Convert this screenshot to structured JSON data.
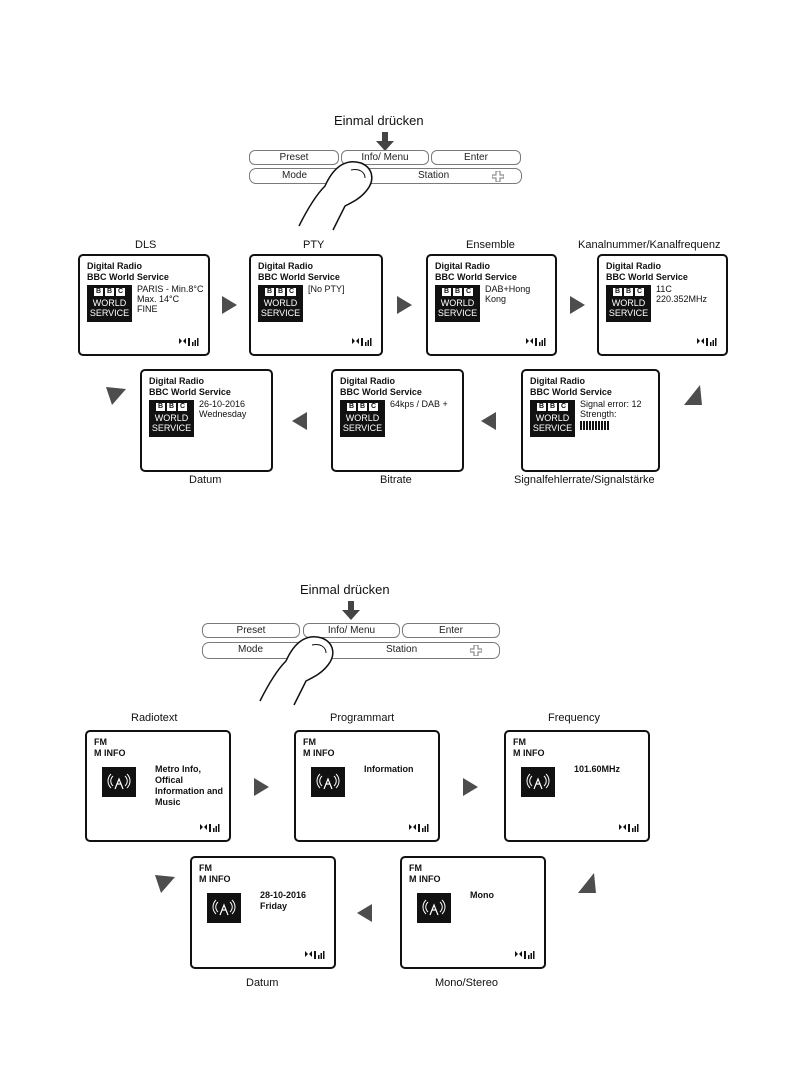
{
  "instruction_label": "Einmal drücken",
  "controls": {
    "preset": "Preset",
    "info_menu": "Info/ Menu",
    "enter": "Enter",
    "mode": "Mode",
    "station": "Station"
  },
  "dab": {
    "captions": {
      "dls": "DLS",
      "pty": "PTY",
      "ensemble": "Ensemble",
      "channel": "Kanalnummer/Kanalfrequenz",
      "date": "Datum",
      "bitrate": "Bitrate",
      "signal": "Signalfehlerrate/Signalstärke"
    },
    "line1": "Digital Radio",
    "line2": "BBC World Service",
    "logo": {
      "letters": [
        "B",
        "B",
        "C"
      ],
      "word1": "WORLD",
      "word2": "SERVICE"
    },
    "screens": {
      "dls": "PARIS - Min.8°C\nMax. 14°C\nFINE",
      "pty": "[No PTY]",
      "ensemble": "DAB+Hong\nKong",
      "channel": "11C\n220.352MHz",
      "date": "26-10-2016\nWednesday",
      "bitrate": "64kps / DAB +",
      "signal": "Signal error: 12\nStrength:"
    }
  },
  "fm": {
    "captions": {
      "radiotext": "Radiotext",
      "programmart": "Programmart",
      "frequency": "Frequency",
      "date": "Datum",
      "mono": "Mono/Stereo"
    },
    "line1": "FM",
    "line2": "M INFO",
    "screens": {
      "radiotext": "Metro Info,\nOffical\nInformation and\nMusic",
      "programmart": "Information",
      "frequency": "101.60MHz",
      "date": "28-10-2016\nFriday",
      "mono": "Mono"
    }
  }
}
